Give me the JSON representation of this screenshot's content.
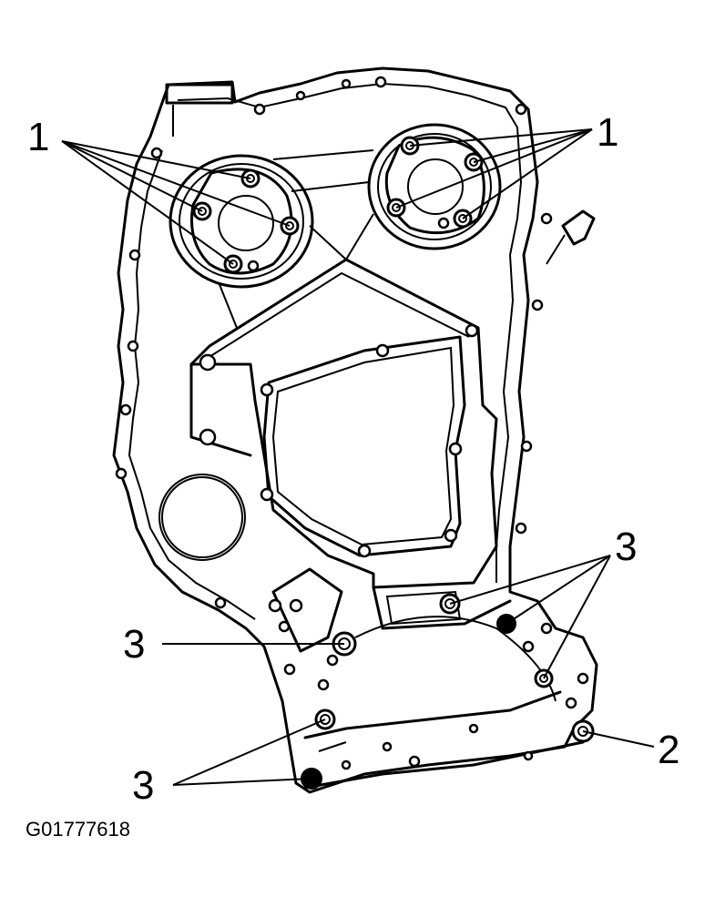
{
  "callouts": {
    "c1_left": "1",
    "c1_right": "1",
    "c3_upper_right": "3",
    "c3_left": "3",
    "c3_lower_left": "3",
    "c2": "2"
  },
  "figure_id": "G01777618",
  "colors": {
    "line": "#000000",
    "background": "#ffffff"
  }
}
